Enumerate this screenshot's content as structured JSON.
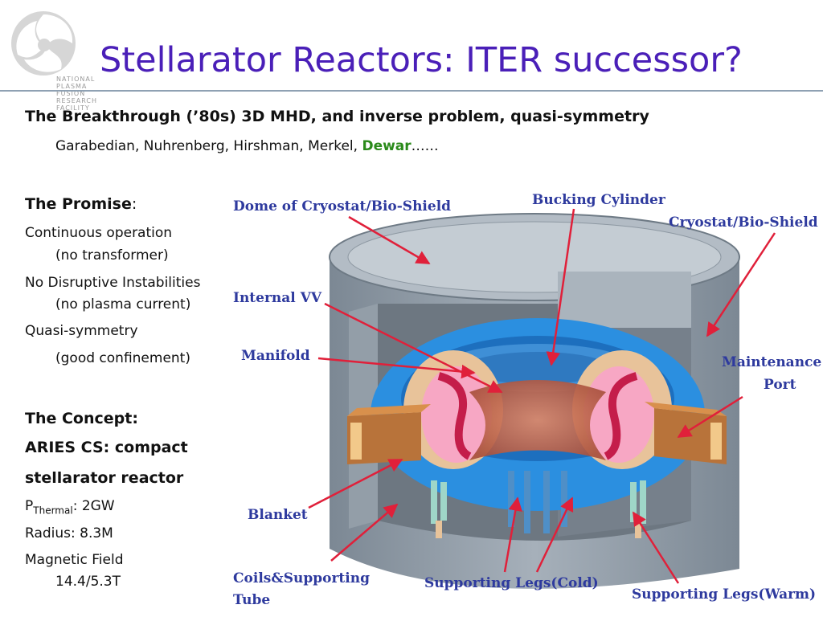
{
  "logo": {
    "lines": [
      "NATIONAL",
      "PLASMA",
      "FUSION",
      "RESEARCH",
      "FACILITY"
    ]
  },
  "title": "Stellarator Reactors: ITER successor?",
  "breakthrough": {
    "heading": "The Breakthrough (’80s)  3D MHD, and inverse problem, quasi-symmetry",
    "names": "Garabedian, Nuhrenberg, Hirshman, Merkel, ",
    "highlight": "Dewar",
    "ellipsis": "……"
  },
  "promise": {
    "heading": "The Promise",
    "colon": ":",
    "items": [
      {
        "main": "Continuous operation",
        "sub": "(no transformer)"
      },
      {
        "main": "No Disruptive Instabilities",
        "sub": "(no plasma current)"
      },
      {
        "main": "Quasi-symmetry",
        "sub": "(good confinement)"
      }
    ]
  },
  "concept": {
    "heading": "The Concept:",
    "name_line1": "ARIES CS: compact",
    "name_line2": "stellarator reactor",
    "p_label": "P",
    "p_sub": "Thermal",
    "p_value": ": 2GW",
    "radius": "Radius:  8.3M",
    "field_label": "Magnetic Field",
    "field_value": "14.4/5.3T"
  },
  "diagram": {
    "labels": {
      "dome": "Dome of Cryostat/Bio-Shield",
      "bucking": "Bucking Cylinder",
      "cryostat": "Cryostat/Bio-Shield",
      "internal_vv": "Internal VV",
      "manifold": "Manifold",
      "maintenance1": "Maintenance",
      "maintenance2": "Port",
      "blanket": "Blanket",
      "coils1": "Coils&Supporting",
      "coils2": "Tube",
      "legs_cold": "Supporting Legs(Cold)",
      "legs_warm": "Supporting Legs(Warm)"
    },
    "colors": {
      "label": "#2e3a9e",
      "arrow": "#e0203a",
      "shield": "#8a97a3",
      "blanket": "#2b8fe0",
      "plasma": "#c0604a"
    }
  }
}
